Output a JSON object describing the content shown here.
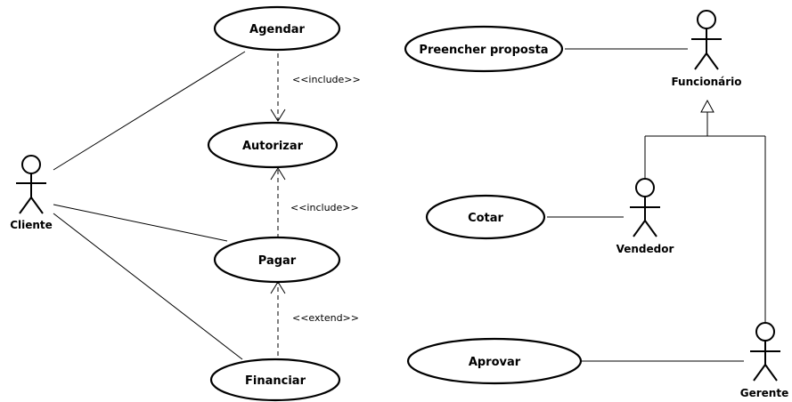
{
  "use_cases": {
    "agendar": "Agendar",
    "autorizar": "Autorizar",
    "pagar": "Pagar",
    "financiar": "Financiar",
    "preencher_proposta": "Preencher proposta",
    "cotar": "Cotar",
    "aprovar": "Aprovar"
  },
  "actors": {
    "cliente": "Cliente",
    "funcionario": "Funcionário",
    "vendedor": "Vendedor",
    "gerente": "Gerente"
  },
  "relations": {
    "agendar_autorizar": "<<include>>",
    "pagar_autorizar": "<<include>>",
    "financiar_pagar": "<<extend>>"
  }
}
